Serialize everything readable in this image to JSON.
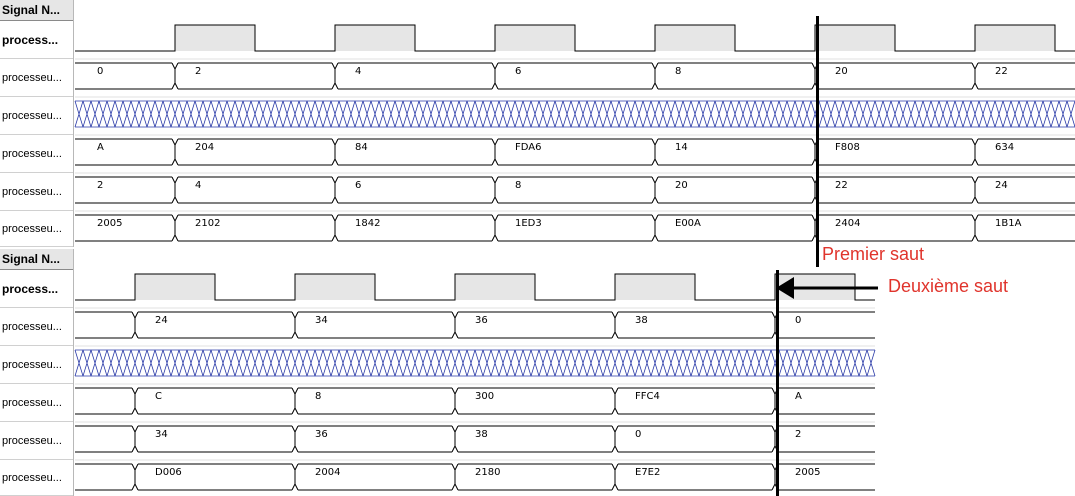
{
  "panels": [
    {
      "header": "Signal N...",
      "rows": [
        {
          "name": "process...",
          "kind": "clock"
        },
        {
          "name": "processeu...",
          "kind": "bus",
          "values": [
            "0",
            "2",
            "4",
            "6",
            "8",
            "20",
            "22"
          ]
        },
        {
          "name": "processeu...",
          "kind": "undefined"
        },
        {
          "name": "processeu...",
          "kind": "bus",
          "values": [
            "A",
            "204",
            "84",
            "FDA6",
            "14",
            "F808",
            "634"
          ]
        },
        {
          "name": "processeu...",
          "kind": "bus",
          "values": [
            "2",
            "4",
            "6",
            "8",
            "20",
            "22",
            "24"
          ]
        },
        {
          "name": "processeu...",
          "kind": "bus",
          "values": [
            "2005",
            "2102",
            "1842",
            "1ED3",
            "E00A",
            "2404",
            "1B1A"
          ]
        }
      ]
    },
    {
      "header": "Signal N...",
      "rows": [
        {
          "name": "process...",
          "kind": "clock"
        },
        {
          "name": "processeu...",
          "kind": "bus",
          "values": [
            "",
            "24",
            "34",
            "36",
            "38",
            "0"
          ]
        },
        {
          "name": "processeu...",
          "kind": "undefined"
        },
        {
          "name": "processeu...",
          "kind": "bus",
          "values": [
            "",
            "C",
            "8",
            "300",
            "FFC4",
            "A"
          ]
        },
        {
          "name": "processeu...",
          "kind": "bus",
          "values": [
            "",
            "34",
            "36",
            "38",
            "0",
            "2"
          ]
        },
        {
          "name": "processeu...",
          "kind": "bus",
          "values": [
            "",
            "D006",
            "2004",
            "2180",
            "E7E2",
            "2005"
          ]
        }
      ]
    }
  ],
  "annotations": {
    "first_jump": "Premier saut",
    "second_jump": "Deuxième saut"
  },
  "colors": {
    "clock_fill": "#e6e6e6",
    "undefined_hatch": "#2a3aa8",
    "annotation": "#e0342c",
    "marker": "#000000"
  }
}
